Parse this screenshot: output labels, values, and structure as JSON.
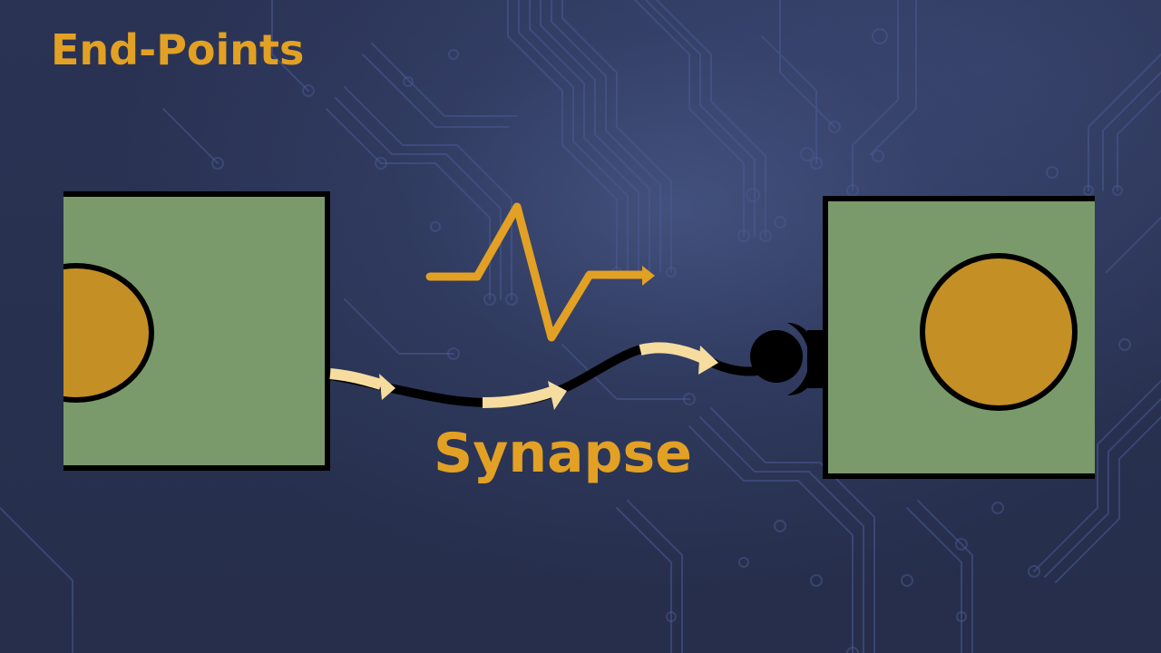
{
  "slide": {
    "title": "End-Points",
    "label": "Synapse"
  },
  "colors": {
    "background": "#27304e",
    "circuit_lines": "#4a5a92",
    "title": "#e2a124",
    "node_fill": "#7a9a6b",
    "nucleus_fill": "#c48f25",
    "signal_pulse": "#e2a124",
    "signal_arrow": "#f6dd9f",
    "outline": "#000000"
  },
  "diagram": {
    "nodes": [
      {
        "id": "left-neuron",
        "shape": "square-with-circle"
      },
      {
        "id": "right-neuron",
        "shape": "square-with-circle"
      }
    ],
    "connection": {
      "from": "left-neuron",
      "to": "right-neuron",
      "style": "black-wire-with-pale-arrow-segments",
      "terminal": "synapse-knob"
    },
    "icons": [
      "pulse-signal-icon",
      "synapse-knob-icon"
    ]
  }
}
